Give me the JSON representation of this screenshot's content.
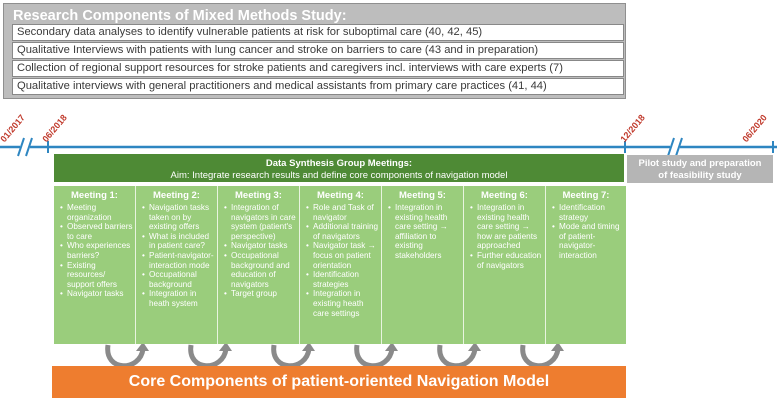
{
  "research": {
    "title": "Research Components of Mixed Methods Study:",
    "items": [
      "Secondary data analyses to identify vulnerable patients at risk for suboptimal care (40, 42, 45)",
      "Qualitative Interviews with patients with lung cancer and stroke on barriers to care (43 and in preparation)",
      "Collection of regional support resources for stroke patients and caregivers incl. interviews with care experts (7)",
      "Qualitative interviews with general practitioners and medical assistants from primary care practices (41, 44)"
    ]
  },
  "timeline": {
    "labels": [
      "01/2017",
      "06/2018",
      "12/2018",
      "06/2020"
    ],
    "color": "#2e86c1"
  },
  "synthesis": {
    "title": "Data Synthesis Group Meetings:",
    "aim": "Aim: Integrate research results and define core components of navigation model"
  },
  "pilot": {
    "line1": "Pilot study and preparation",
    "line2": "of feasibility study"
  },
  "meetings": [
    {
      "title": "Meeting 1:",
      "items": [
        "Meeting organization",
        "Observed barriers to care",
        "Who experiences barriers?",
        "Existing resources/ support offers",
        "Navigator tasks"
      ]
    },
    {
      "title": "Meeting 2:",
      "items": [
        "Navigation tasks taken on by existing offers",
        "What is included in patient care?",
        "Patient-navigator-interaction mode",
        "Occupational background",
        "Integration in heath system"
      ]
    },
    {
      "title": "Meeting 3:",
      "items": [
        "Integration of navigators in care system (patient's perspective)",
        "Navigator tasks",
        "Occupational background and education of navigators",
        "Target group"
      ]
    },
    {
      "title": "Meeting 4:",
      "items": [
        "Role and Task of navigator",
        "Additional training of navigators",
        "Navigator task → focus on patient orientation",
        "Identification strategies",
        "Integration in existing heath care settings"
      ]
    },
    {
      "title": "Meeting 5:",
      "items": [
        "Integration in existing health care setting → affiliation to existing stakeholders"
      ]
    },
    {
      "title": "Meeting 6:",
      "items": [
        "Integration in existing health care setting → how are patients approached",
        "Further education of navigators"
      ]
    },
    {
      "title": "Meeting 7:",
      "items": [
        "Identification strategy",
        "Mode and timing of patient-navigator-interaction"
      ]
    }
  ],
  "core": {
    "label": "Core Components of patient-oriented Navigation Model"
  },
  "colors": {
    "research_bg": "#bdbdbd",
    "synthesis_header": "#4e8a35",
    "meeting_bg": "#9acd7c",
    "core_bar": "#ee7d2f",
    "pilot_bg": "#b5b5b5",
    "arrow": "#8a8a8a"
  }
}
